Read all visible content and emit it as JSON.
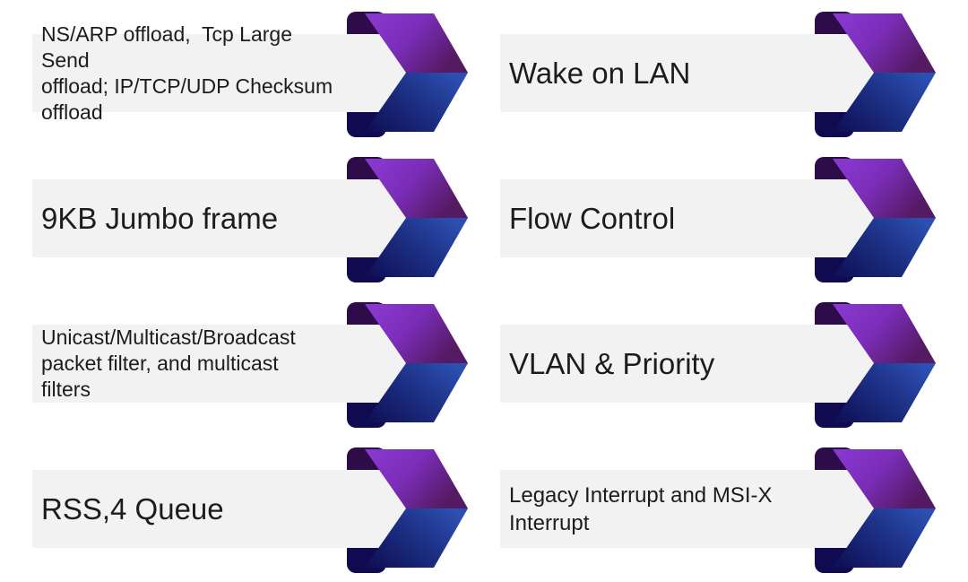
{
  "slide": {
    "background": "#ffffff",
    "bar_color": "#f2f2f2",
    "text_color": "#1c1c1c",
    "arrow_colors": {
      "purple_bright": "#8b3ad3",
      "purple_mid": "#7b2db8",
      "purple_dark": "#541a62",
      "blue_dark": "#0f1056",
      "blue_mid": "#1d3186",
      "blue_bright": "#2c50b2",
      "fold_purple": "#2e0c49",
      "fold_navy": "#100a50"
    }
  },
  "features": [
    {
      "label": "NS/ARP offload,  Tcp Large Send\noffload; IP/TCP/UDP Checksum\noffload",
      "column": "left",
      "row": 1
    },
    {
      "label": "Wake on LAN",
      "column": "right",
      "row": 1
    },
    {
      "label": "9KB Jumbo frame",
      "column": "left",
      "row": 2
    },
    {
      "label": "Flow Control",
      "column": "right",
      "row": 2
    },
    {
      "label": "Unicast/Multicast/Broadcast\npacket filter, and multicast\nfilters",
      "column": "left",
      "row": 3
    },
    {
      "label": "VLAN & Priority",
      "column": "right",
      "row": 3
    },
    {
      "label": "RSS,4 Queue",
      "column": "left",
      "row": 4
    },
    {
      "label": "Legacy Interrupt and MSI-X\nInterrupt",
      "column": "right",
      "row": 4
    }
  ]
}
